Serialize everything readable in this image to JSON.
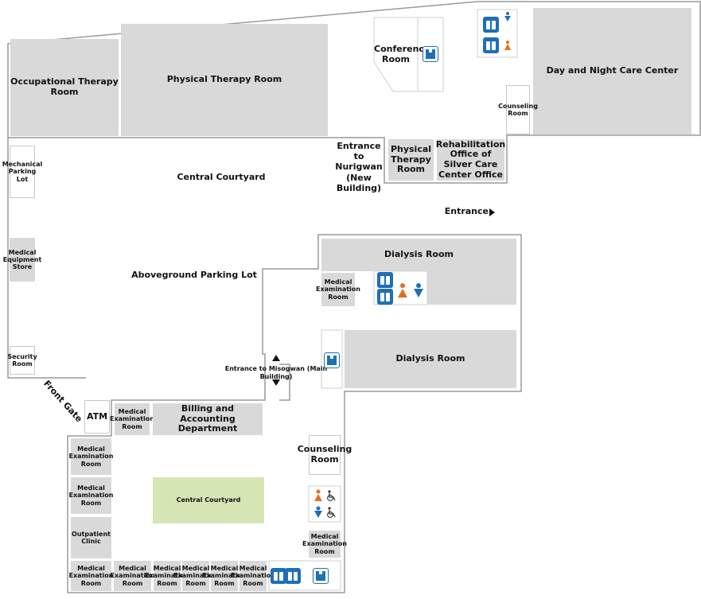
{
  "rooms": {
    "occupational_therapy": "Occupational Therapy Room",
    "physical_therapy_main": "Physical Therapy Room",
    "conference_room": "Conference Room",
    "day_night_care": "Day and Night Care Center",
    "counseling_top": "Counseling Room",
    "physical_therapy_small": "Physical Therapy Room",
    "rehab_office": "Rehabilitation Office of Silver Care Center Office",
    "mechanical_parking": "Mechanical Parking Lot",
    "medical_equipment_store": "Medical Equipment Store",
    "security_room": "Security Room",
    "dialysis_top": "Dialysis Room",
    "dialysis_bottom": "Dialysis Room",
    "medical_exam_dialysis": "Medical Examination Room",
    "atm": "ATM",
    "medical_exam_billing_left": "Medical Examination Room",
    "billing": "Billing and Accounting Department",
    "counseling_bottom": "Counseling Room",
    "central_courtyard_small": "Central Courtyard",
    "medical_exam_right": "Medical Examination Room",
    "left_column": [
      "Medical Examination Room",
      "Medical Examination Room",
      "Outpatient Clinic"
    ],
    "bottom_row": [
      "Medical Examination Room",
      "Medical Examination Room",
      "Medical Examination Room",
      "Medical Examination Room",
      "Medical Examination Room",
      "Medical Examination Room"
    ]
  },
  "areas": {
    "central_courtyard": "Central Courtyard",
    "aboveground_parking": "Aboveground Parking Lot",
    "front_gate": "Front Gate"
  },
  "entrances": {
    "nurigwan": "Entrance to Nurigwan (New Building)",
    "entrance": "Entrance",
    "misogwan": "Entrance to Misogwan (Main Building)"
  },
  "icons": {
    "elevator": "elevator-icon",
    "stairs": "stairs-icon",
    "restroom_male": "restroom-male-icon",
    "restroom_female": "restroom-female-icon",
    "wheelchair": "wheelchair-icon"
  },
  "colors": {
    "room": "#d9d9d9",
    "courtyard": "#d5e5b4",
    "wall": "#9a9a9a",
    "icon_blue": "#1e6fb5",
    "icon_orange": "#e0701f"
  }
}
